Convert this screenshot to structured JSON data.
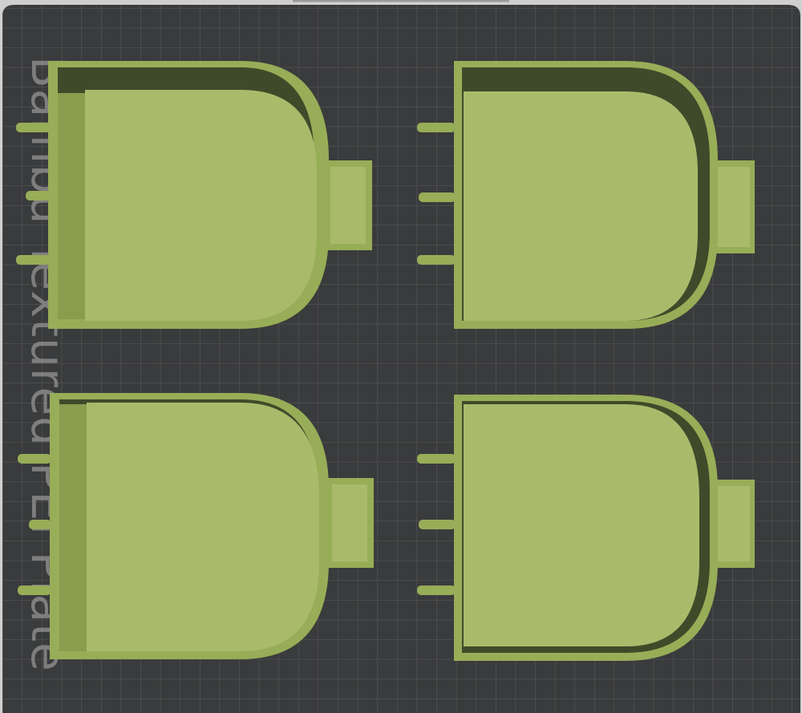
{
  "plate": {
    "label": "Bambu Textured PEI Plate",
    "background_color": "#3a3b3c",
    "grid_color": "#5a5c5e",
    "label_color": "#8a8a8a"
  },
  "parts": [
    {
      "name": "part-top-left"
    },
    {
      "name": "part-top-right"
    },
    {
      "name": "part-bottom-left"
    },
    {
      "name": "part-bottom-right"
    }
  ],
  "part_colors": {
    "floor": "#a9bb6b",
    "wall": "#98ad57",
    "shadow": "#3f4a2a",
    "edge": "#b8c97a"
  }
}
